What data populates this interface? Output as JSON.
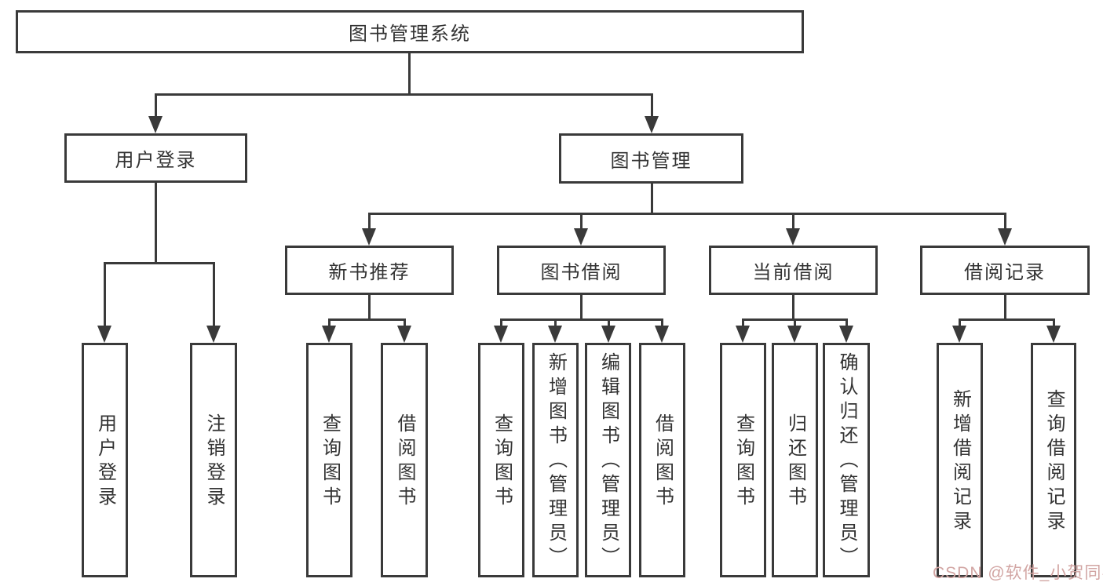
{
  "diagram": {
    "root_label": "图书管理系统",
    "level2": {
      "user_login": "用户登录",
      "book_management": "图书管理"
    },
    "level3": {
      "new_book_recommend": "新书推荐",
      "book_borrowing": "图书借阅",
      "current_borrowing": "当前借阅",
      "borrowing_records": "借阅记录"
    },
    "leaves": {
      "user_login": "用户登录",
      "logout": "注销登录",
      "query_books_1": "查询图书",
      "borrow_books_1": "借阅图书",
      "query_books_2": "查询图书",
      "add_books_admin": "新增图书（管理员）",
      "edit_books_admin": "编辑图书（管理员）",
      "borrow_books_2": "借阅图书",
      "query_books_3": "查询图书",
      "return_books": "归还图书",
      "confirm_return_admin": "确认归还（管理员）",
      "add_borrow_record": "新增借阅记录",
      "query_borrow_record": "查询借阅记录"
    },
    "watermark": "CSDN @软件_小贺同学",
    "colors": {
      "line": "#3a3a3a",
      "text": "#333333",
      "watermark": "#d2a5a3",
      "background": "#ffffff"
    }
  }
}
